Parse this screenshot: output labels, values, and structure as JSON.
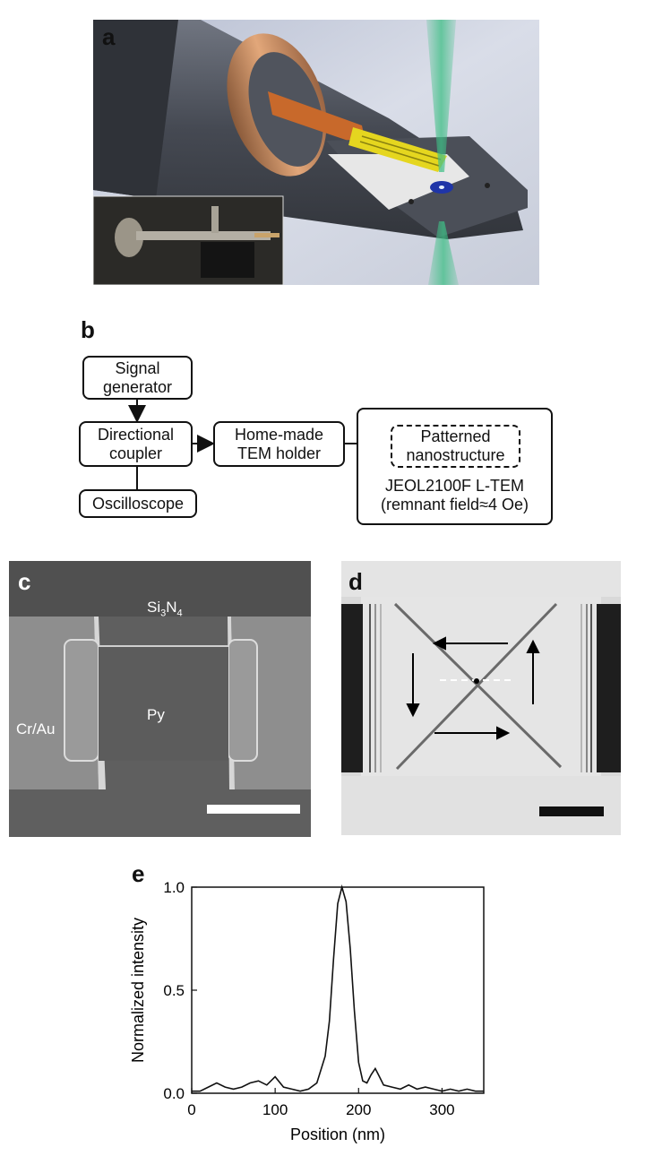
{
  "panels": {
    "a": {
      "letter": "a"
    },
    "b": {
      "letter": "b",
      "signal_generator": "Signal\ngenerator",
      "directional_coupler": "Directional\ncoupler",
      "oscilloscope": "Oscilloscope",
      "tem_holder": "Home-made\nTEM holder",
      "nanostructure": "Patterned\nnanostructure",
      "microscope": "JEOL2100F L-TEM\n(remnant field≈4 Oe)"
    },
    "c": {
      "letter": "c",
      "si3n4_base": "Si",
      "si3n4_sub": "3",
      "si3n4_n": "N",
      "si3n4_sub2": "4",
      "py": "Py",
      "cr_au": "Cr/Au"
    },
    "d": {
      "letter": "d"
    },
    "e": {
      "letter": "e"
    }
  },
  "chart_data": {
    "type": "line",
    "xlabel": "Position (nm)",
    "ylabel": "Normalized intensity",
    "xlim": [
      0,
      350
    ],
    "ylim": [
      0,
      1.0
    ],
    "x_ticks": [
      "0",
      "100",
      "200",
      "300"
    ],
    "y_ticks": [
      "0.0",
      "0.5",
      "1.0"
    ],
    "series": [
      {
        "x": [
          0,
          10,
          20,
          30,
          40,
          50,
          60,
          70,
          80,
          90,
          100,
          110,
          120,
          130,
          140,
          150,
          160,
          165,
          170,
          175,
          180,
          185,
          190,
          195,
          200,
          205,
          210,
          215,
          220,
          225,
          230,
          240,
          250,
          260,
          270,
          280,
          290,
          300,
          310,
          320,
          330,
          340,
          350
        ],
        "y": [
          0.01,
          0.01,
          0.03,
          0.05,
          0.03,
          0.02,
          0.03,
          0.05,
          0.06,
          0.04,
          0.08,
          0.03,
          0.02,
          0.01,
          0.02,
          0.05,
          0.18,
          0.35,
          0.65,
          0.92,
          1.0,
          0.93,
          0.7,
          0.4,
          0.15,
          0.06,
          0.05,
          0.09,
          0.12,
          0.08,
          0.04,
          0.03,
          0.02,
          0.04,
          0.02,
          0.03,
          0.02,
          0.01,
          0.02,
          0.01,
          0.02,
          0.01,
          0.01
        ]
      }
    ]
  }
}
